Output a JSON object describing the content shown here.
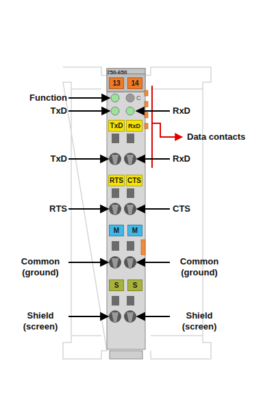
{
  "diagram": {
    "nodes": [
      {
        "text": [
          "750-650"
        ]
      },
      {
        "text": [
          "13"
        ],
        "in": 0
      },
      {
        "text": [
          "14"
        ],
        "in": 0
      },
      {
        "text": [
          "TxD"
        ],
        "in": 0
      },
      {
        "text": [
          "RxD"
        ],
        "in": 0
      },
      {
        "text": [
          "RTS"
        ],
        "in": 0
      },
      {
        "text": [
          "CTS"
        ],
        "in": 0
      },
      {
        "text": [
          "M"
        ],
        "in": 0
      },
      {
        "text": [
          "M"
        ],
        "in": 0
      },
      {
        "text": [
          "S"
        ],
        "in": 0
      },
      {
        "text": [
          "S"
        ],
        "in": 0
      }
    ],
    "labels": [
      "Function",
      "TxD",
      "RxD",
      "C",
      "Data contacts",
      "TxD",
      "RxD",
      "RTS",
      "CTS",
      "Common (ground)",
      "Common (ground)",
      "Shield (screen)",
      "Shield (screen)"
    ]
  }
}
